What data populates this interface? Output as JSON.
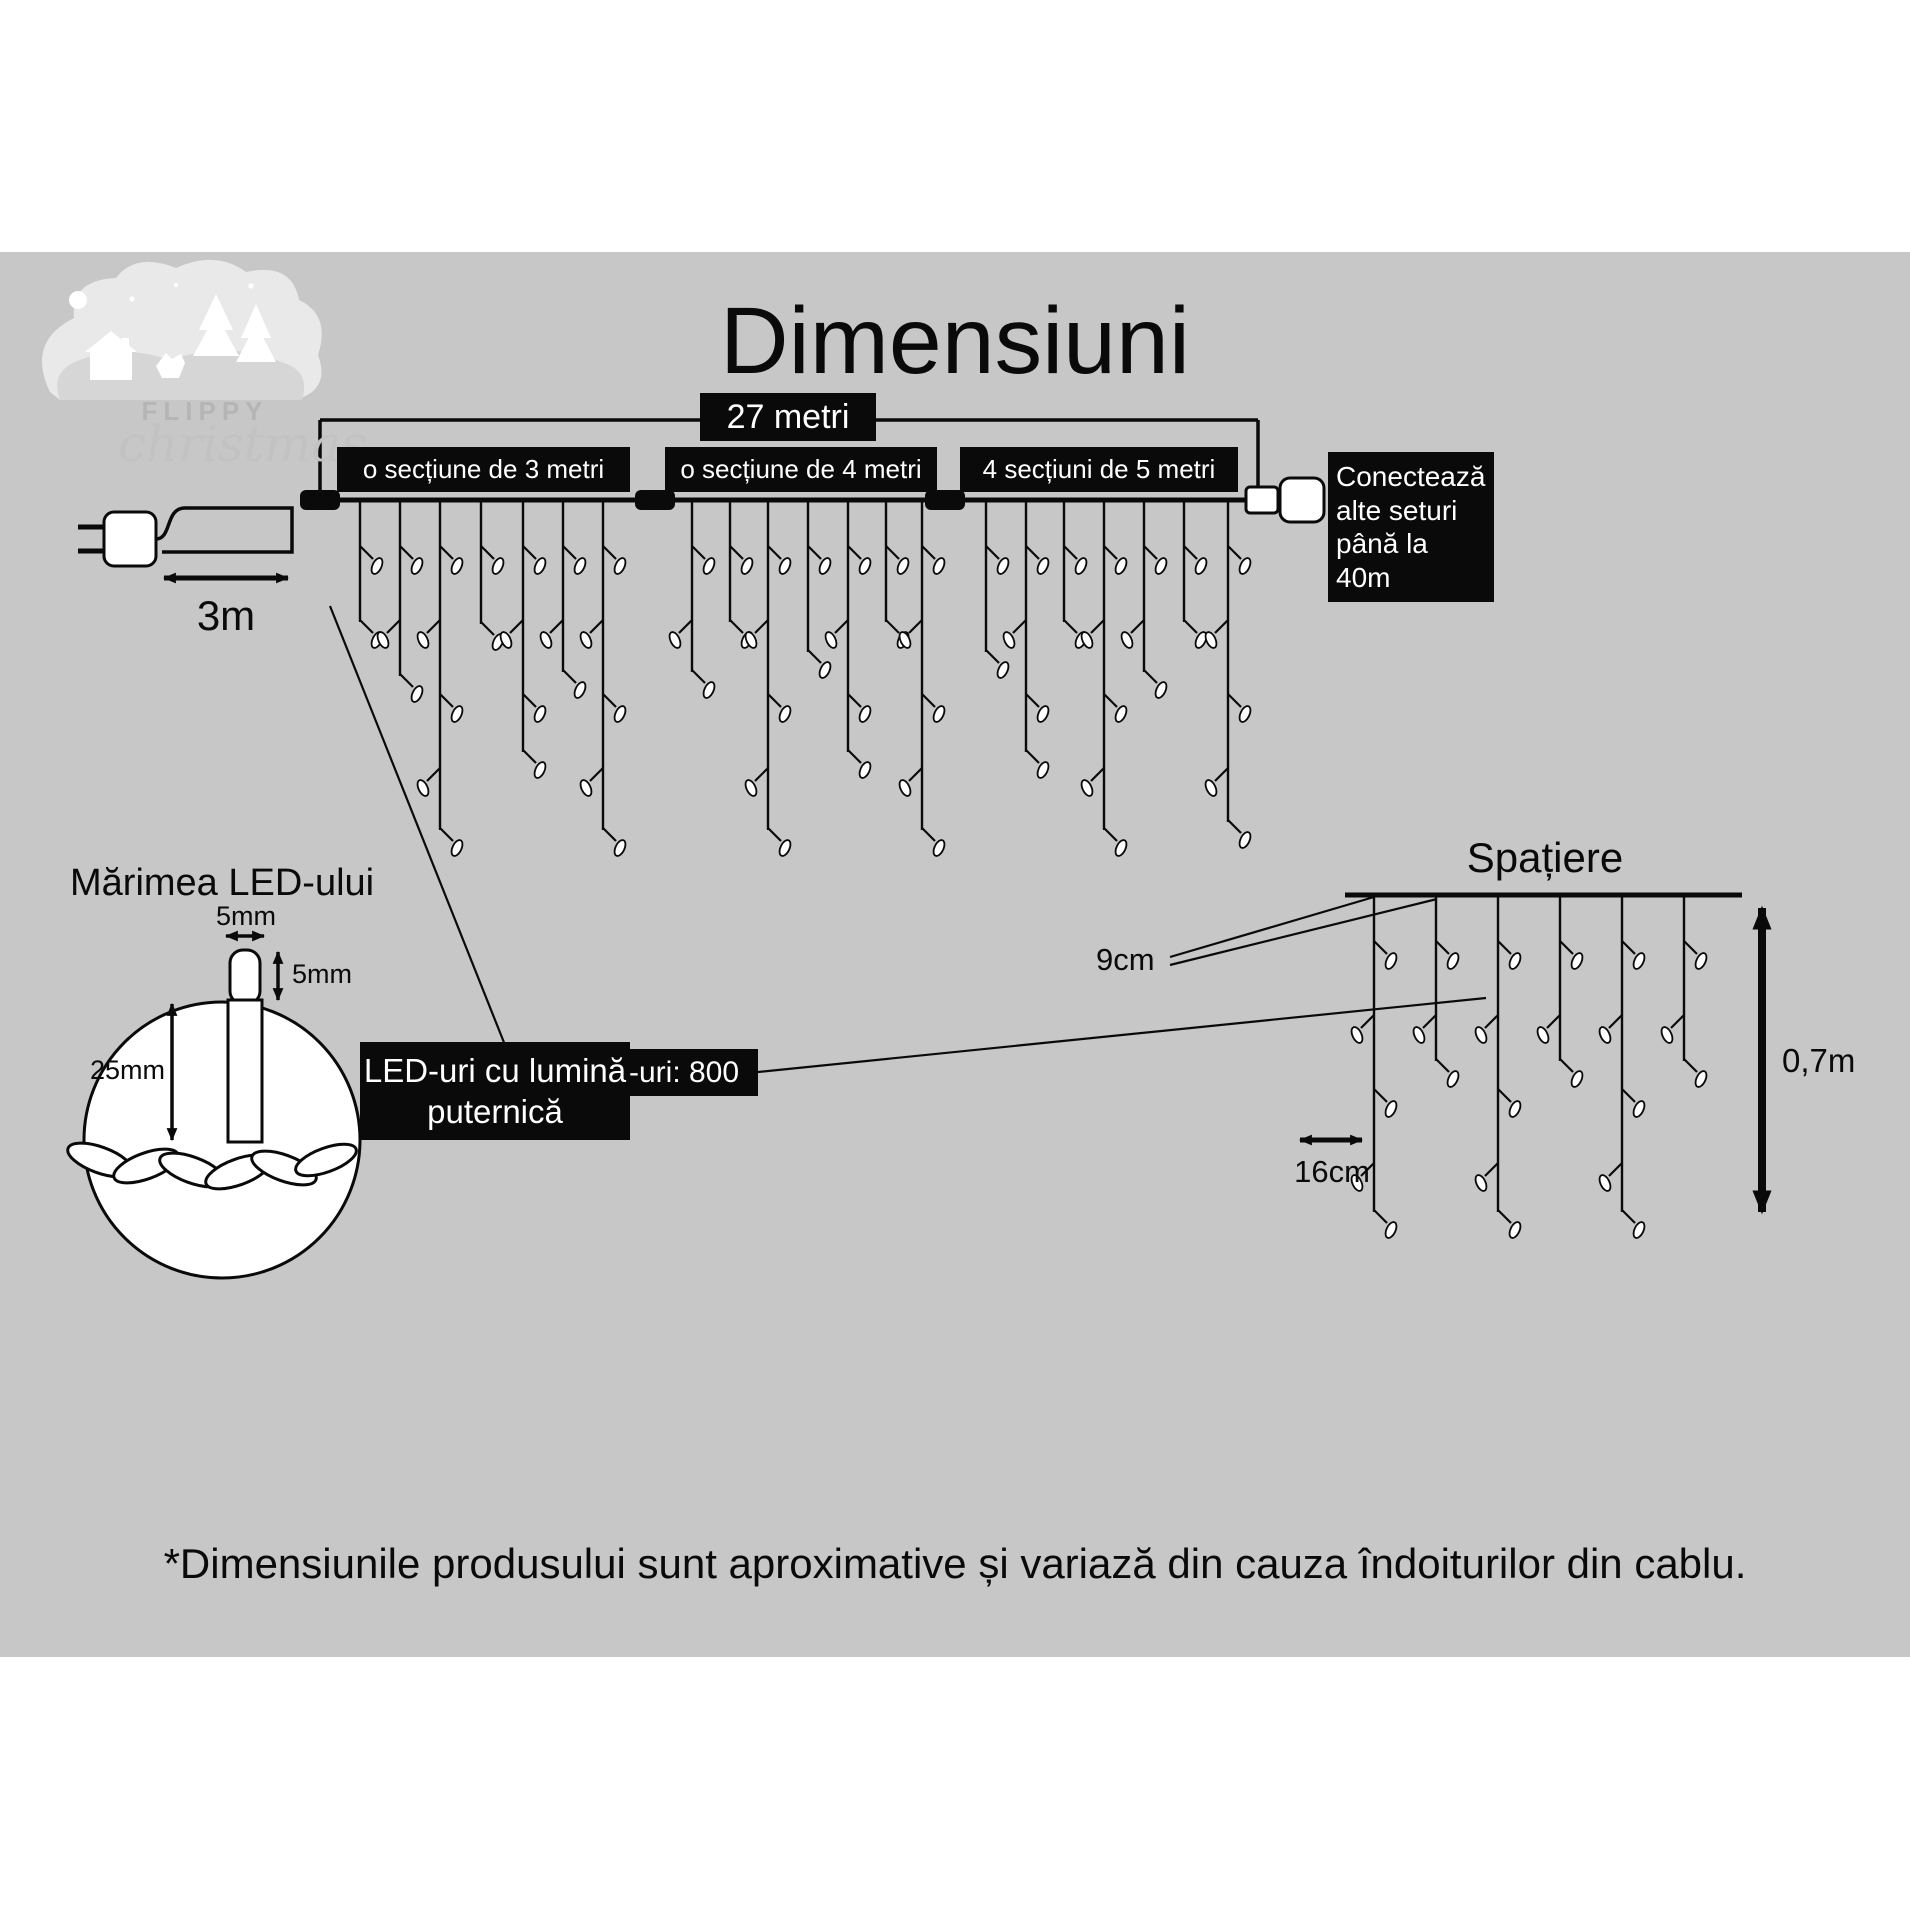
{
  "page": {
    "title": "Dimensiuni",
    "footnote": "*Dimensiunile produsului sunt aproximative și variază din cauza îndoiturilor din cablu."
  },
  "logo": {
    "brand_top": "FLIPPY",
    "brand_script": "christmas"
  },
  "dimensions": {
    "total_length_label": "27 metri",
    "sections": [
      {
        "label": "o secțiune de 3 metri"
      },
      {
        "label": "o secțiune de 4 metri"
      },
      {
        "label": "4 secțiuni de 5 metri"
      }
    ],
    "lead_length_label": "3m",
    "connect_label": "Conectează alte seturi până la 40m",
    "led_count_label": "Nr. LED-uri: 800"
  },
  "led_size": {
    "title": "Mărimea LED-ului",
    "width_label": "5mm",
    "cap_height_label": "5mm",
    "body_height_label": "25mm",
    "callout": "LED-uri cu lumină puternică"
  },
  "spacing": {
    "title": "Spațiere",
    "drop_spacing_label": "9cm",
    "led_spacing_label": "16cm",
    "drop_height_label": "0,7m"
  },
  "colors": {
    "background": "#c7c7c7",
    "ink": "#0a0a0a",
    "panel": "#ffffff"
  }
}
